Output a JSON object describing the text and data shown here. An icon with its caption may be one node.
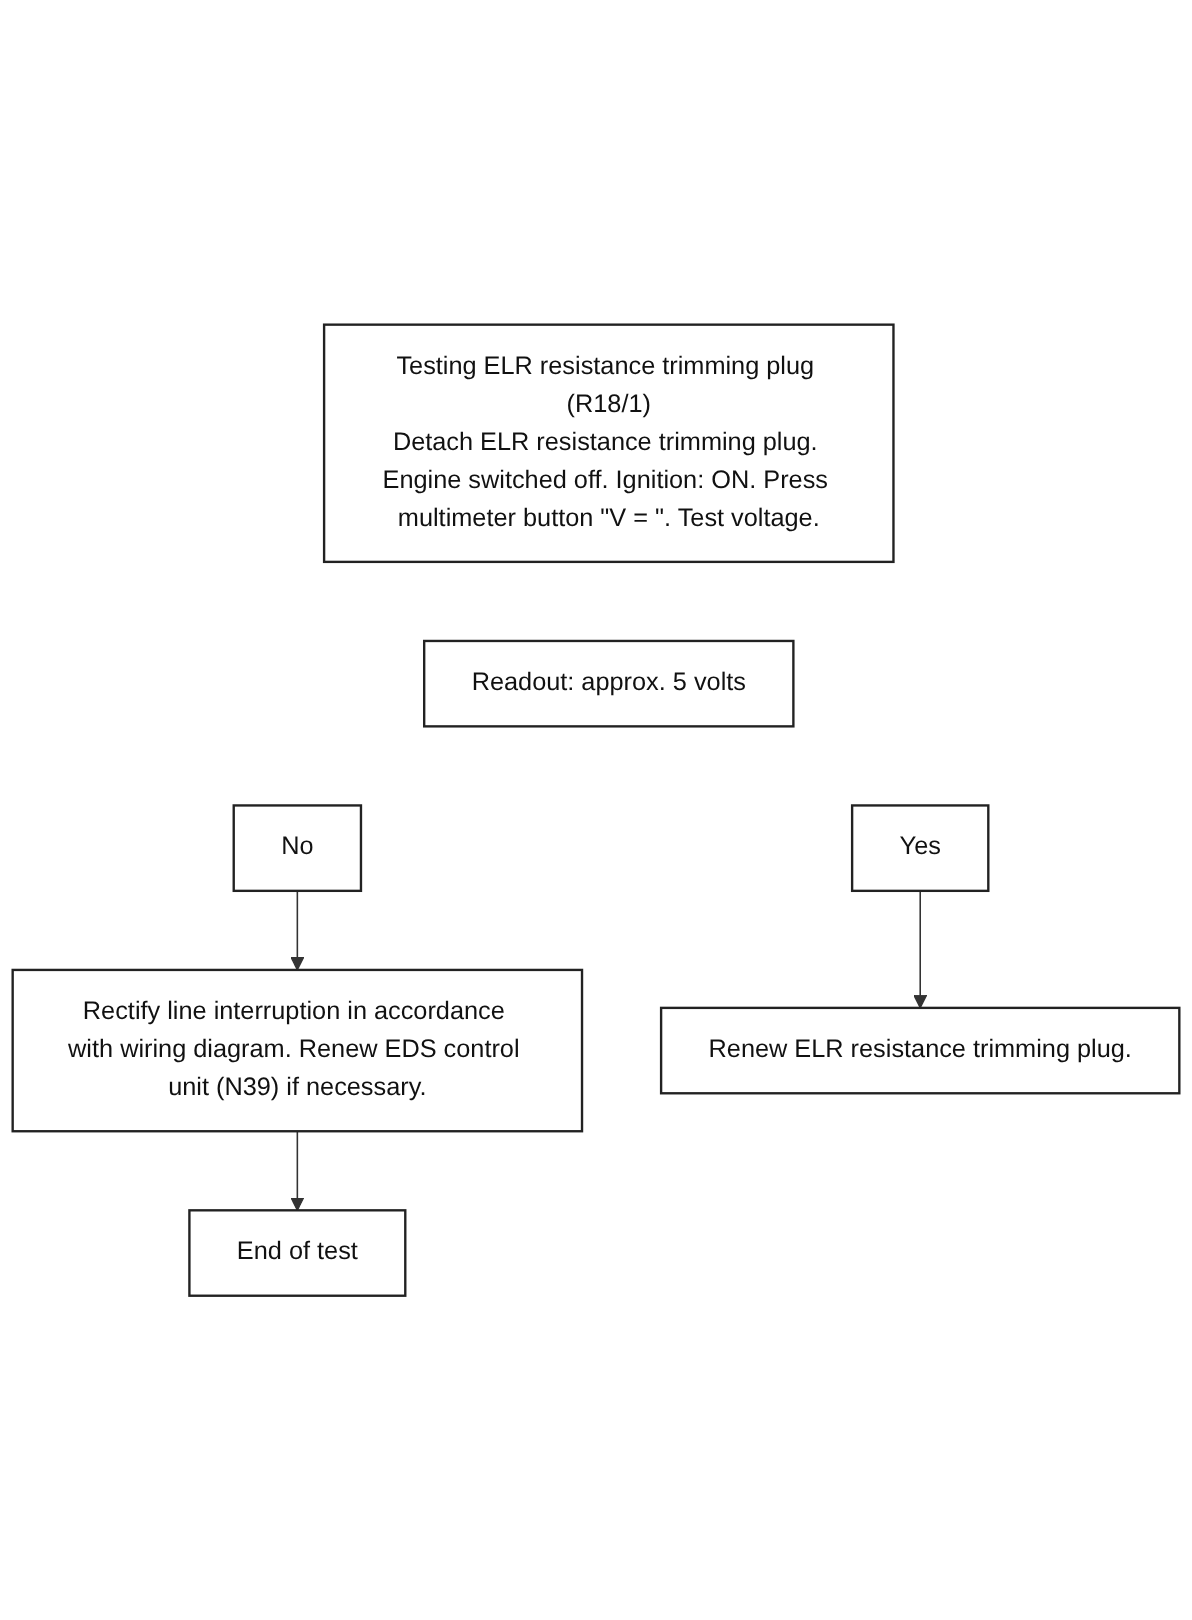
{
  "diagram": {
    "nodes": [
      {
        "text": [
          "Testing ELR resistance trimming plug (R18/1)",
          "Detach ELR resistance trimming plug. Engine switched off. Ignition: ON. Press multimeter button \"V = \". Test voltage."
        ]
      },
      {
        "text": [
          "Readout: approx. 5 volts"
        ]
      },
      {
        "text": [
          "Yes"
        ]
      },
      {
        "text": [
          "No"
        ]
      },
      {
        "text": [
          "Rectify line interruption in accordance with wiring diagram. Renew EDS control unit (N39) if necessary."
        ]
      },
      {
        "text": [
          "Renew ELR resistance trimming plug."
        ]
      },
      {
        "text": [
          "End of test"
        ]
      }
    ],
    "edges": [
      {
        "from": 2,
        "to": 5,
        "arrow": "to"
      },
      {
        "from": 3,
        "to": 4,
        "arrow": "to"
      },
      {
        "from": 4,
        "to": 6,
        "arrow": "to"
      }
    ]
  }
}
